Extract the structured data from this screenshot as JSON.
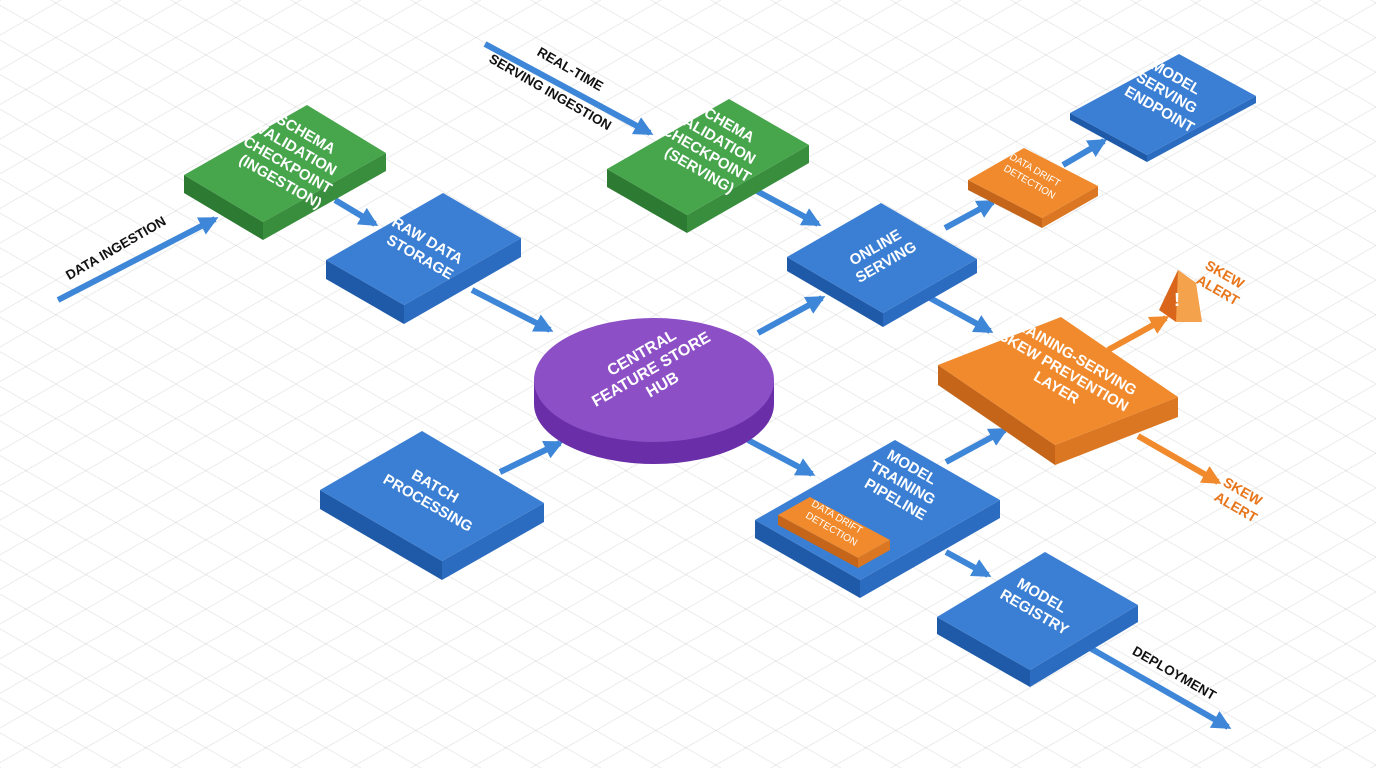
{
  "diagram": {
    "flows": {
      "data_ingestion": "DATA INGESTION",
      "real_time": "REAL-TIME",
      "serving_ingestion": "SERVING INGESTION",
      "deployment": "DEPLOYMENT"
    },
    "blocks": {
      "schema_ingestion": [
        "SCHEMA",
        "VALIDATION",
        "CHECKPOINT",
        "(INGESTION)"
      ],
      "raw_storage": [
        "RAW DATA",
        "STORAGE"
      ],
      "batch": [
        "BATCH",
        "PROCESSING"
      ],
      "hub": [
        "CENTRAL",
        "FEATURE STORE",
        "HUB"
      ],
      "schema_serving": [
        "SCHEMA",
        "VALIDATION",
        "CHECKPOINT",
        "(SERVING)"
      ],
      "online_serving": [
        "ONLINE",
        "SERVING"
      ],
      "drift_top": [
        "DATA DRIFT",
        "DETECTION"
      ],
      "endpoint": [
        "MODEL",
        "SERVING",
        "ENDPOINT"
      ],
      "skew_layer": [
        "TRAINING-SERVING",
        "SKEW PREVENTION",
        "LAYER"
      ],
      "training": [
        "MODEL",
        "TRAINING",
        "PIPELINE"
      ],
      "drift_bottom": [
        "DATA DRIFT",
        "DETECTION"
      ],
      "registry": [
        "MODEL",
        "REGISTRY"
      ]
    },
    "alerts": {
      "top": [
        "SKEW",
        "ALERT"
      ],
      "bottom": [
        "SKEW",
        "ALERT"
      ],
      "warning_symbol": "!"
    },
    "colors": {
      "blue": "#3b7fd4",
      "green": "#43a048",
      "purple": "#8c4fc6",
      "orange": "#f08a2c",
      "arrow": "#3e86d8"
    },
    "icons": [
      "warning-icon"
    ]
  }
}
